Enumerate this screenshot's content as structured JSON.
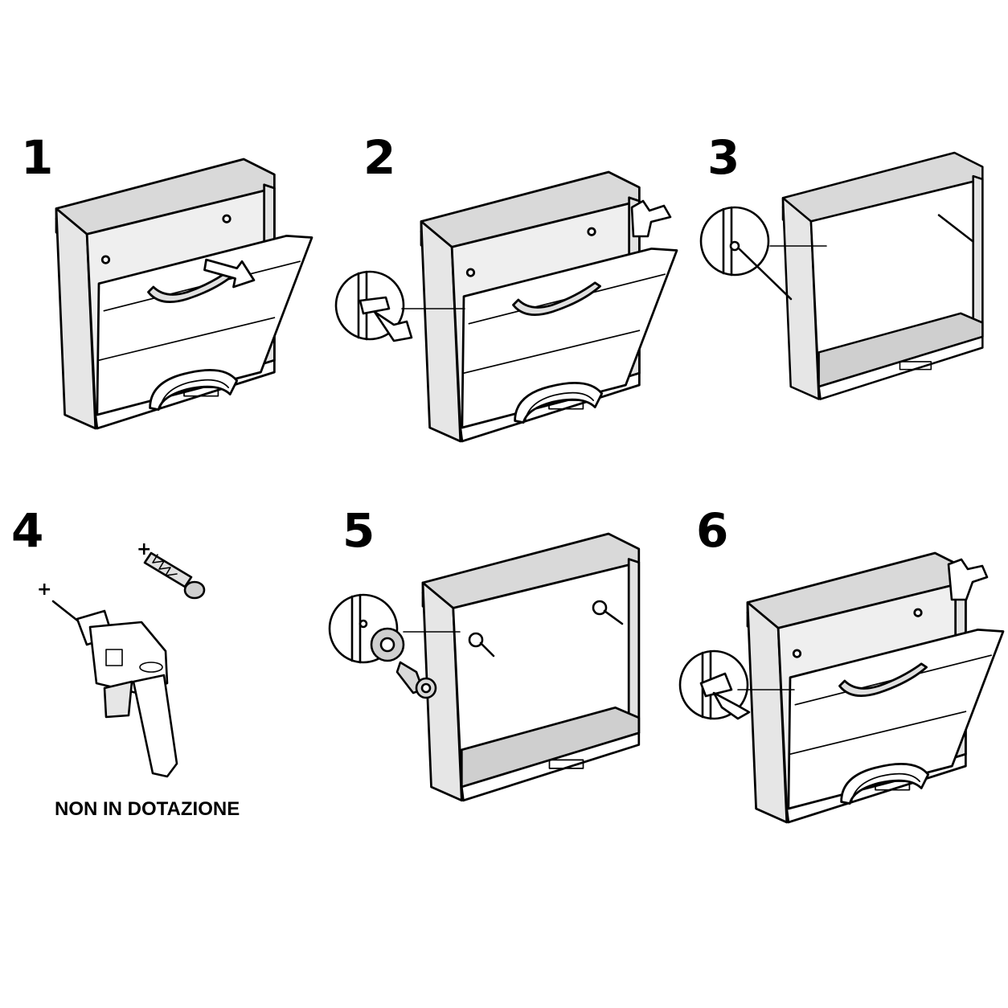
{
  "steps": [
    {
      "number": "1"
    },
    {
      "number": "2"
    },
    {
      "number": "3"
    },
    {
      "number": "4",
      "note": "NON IN DOTAZIONE"
    },
    {
      "number": "5"
    },
    {
      "number": "6"
    }
  ],
  "colors": {
    "ink": "#000000",
    "panel_grey": "#d9d9d9",
    "panel_light": "#ededed",
    "white": "#ffffff"
  },
  "icons": [
    "cabinet-icon",
    "door-panel-icon",
    "arrow-icon",
    "magnifier-icon",
    "hinge-detail-icon",
    "screwdriver-icon",
    "drill-icon",
    "wall-plug-icon",
    "screw-washer-icon"
  ]
}
